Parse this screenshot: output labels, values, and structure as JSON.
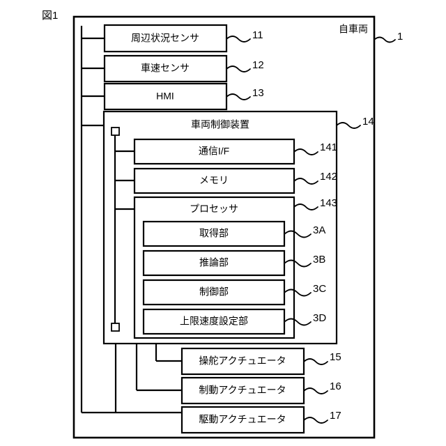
{
  "figure": {
    "label": "図1",
    "outer_box_label": "自車両",
    "outer_box_ref": "1"
  },
  "sensors": [
    {
      "label": "周辺状況センサ",
      "ref": "11"
    },
    {
      "label": "車速センサ",
      "ref": "12"
    },
    {
      "label": "HMI",
      "ref": "13"
    }
  ],
  "controller": {
    "title": "車両制御装置",
    "ref": "14",
    "modules": [
      {
        "label": "通信I/F",
        "ref": "141"
      },
      {
        "label": "メモリ",
        "ref": "142"
      }
    ],
    "processor": {
      "title": "プロセッサ",
      "ref": "143",
      "units": [
        {
          "label": "取得部",
          "ref": "3A"
        },
        {
          "label": "推論部",
          "ref": "3B"
        },
        {
          "label": "制御部",
          "ref": "3C"
        },
        {
          "label": "上限速度設定部",
          "ref": "3D"
        }
      ]
    }
  },
  "actuators": [
    {
      "label": "操舵アクチュエータ",
      "ref": "15"
    },
    {
      "label": "制動アクチュエータ",
      "ref": "16"
    },
    {
      "label": "駆動アクチュエータ",
      "ref": "17"
    }
  ],
  "colors": {
    "line": "#000000",
    "fill": "#ffffff"
  }
}
